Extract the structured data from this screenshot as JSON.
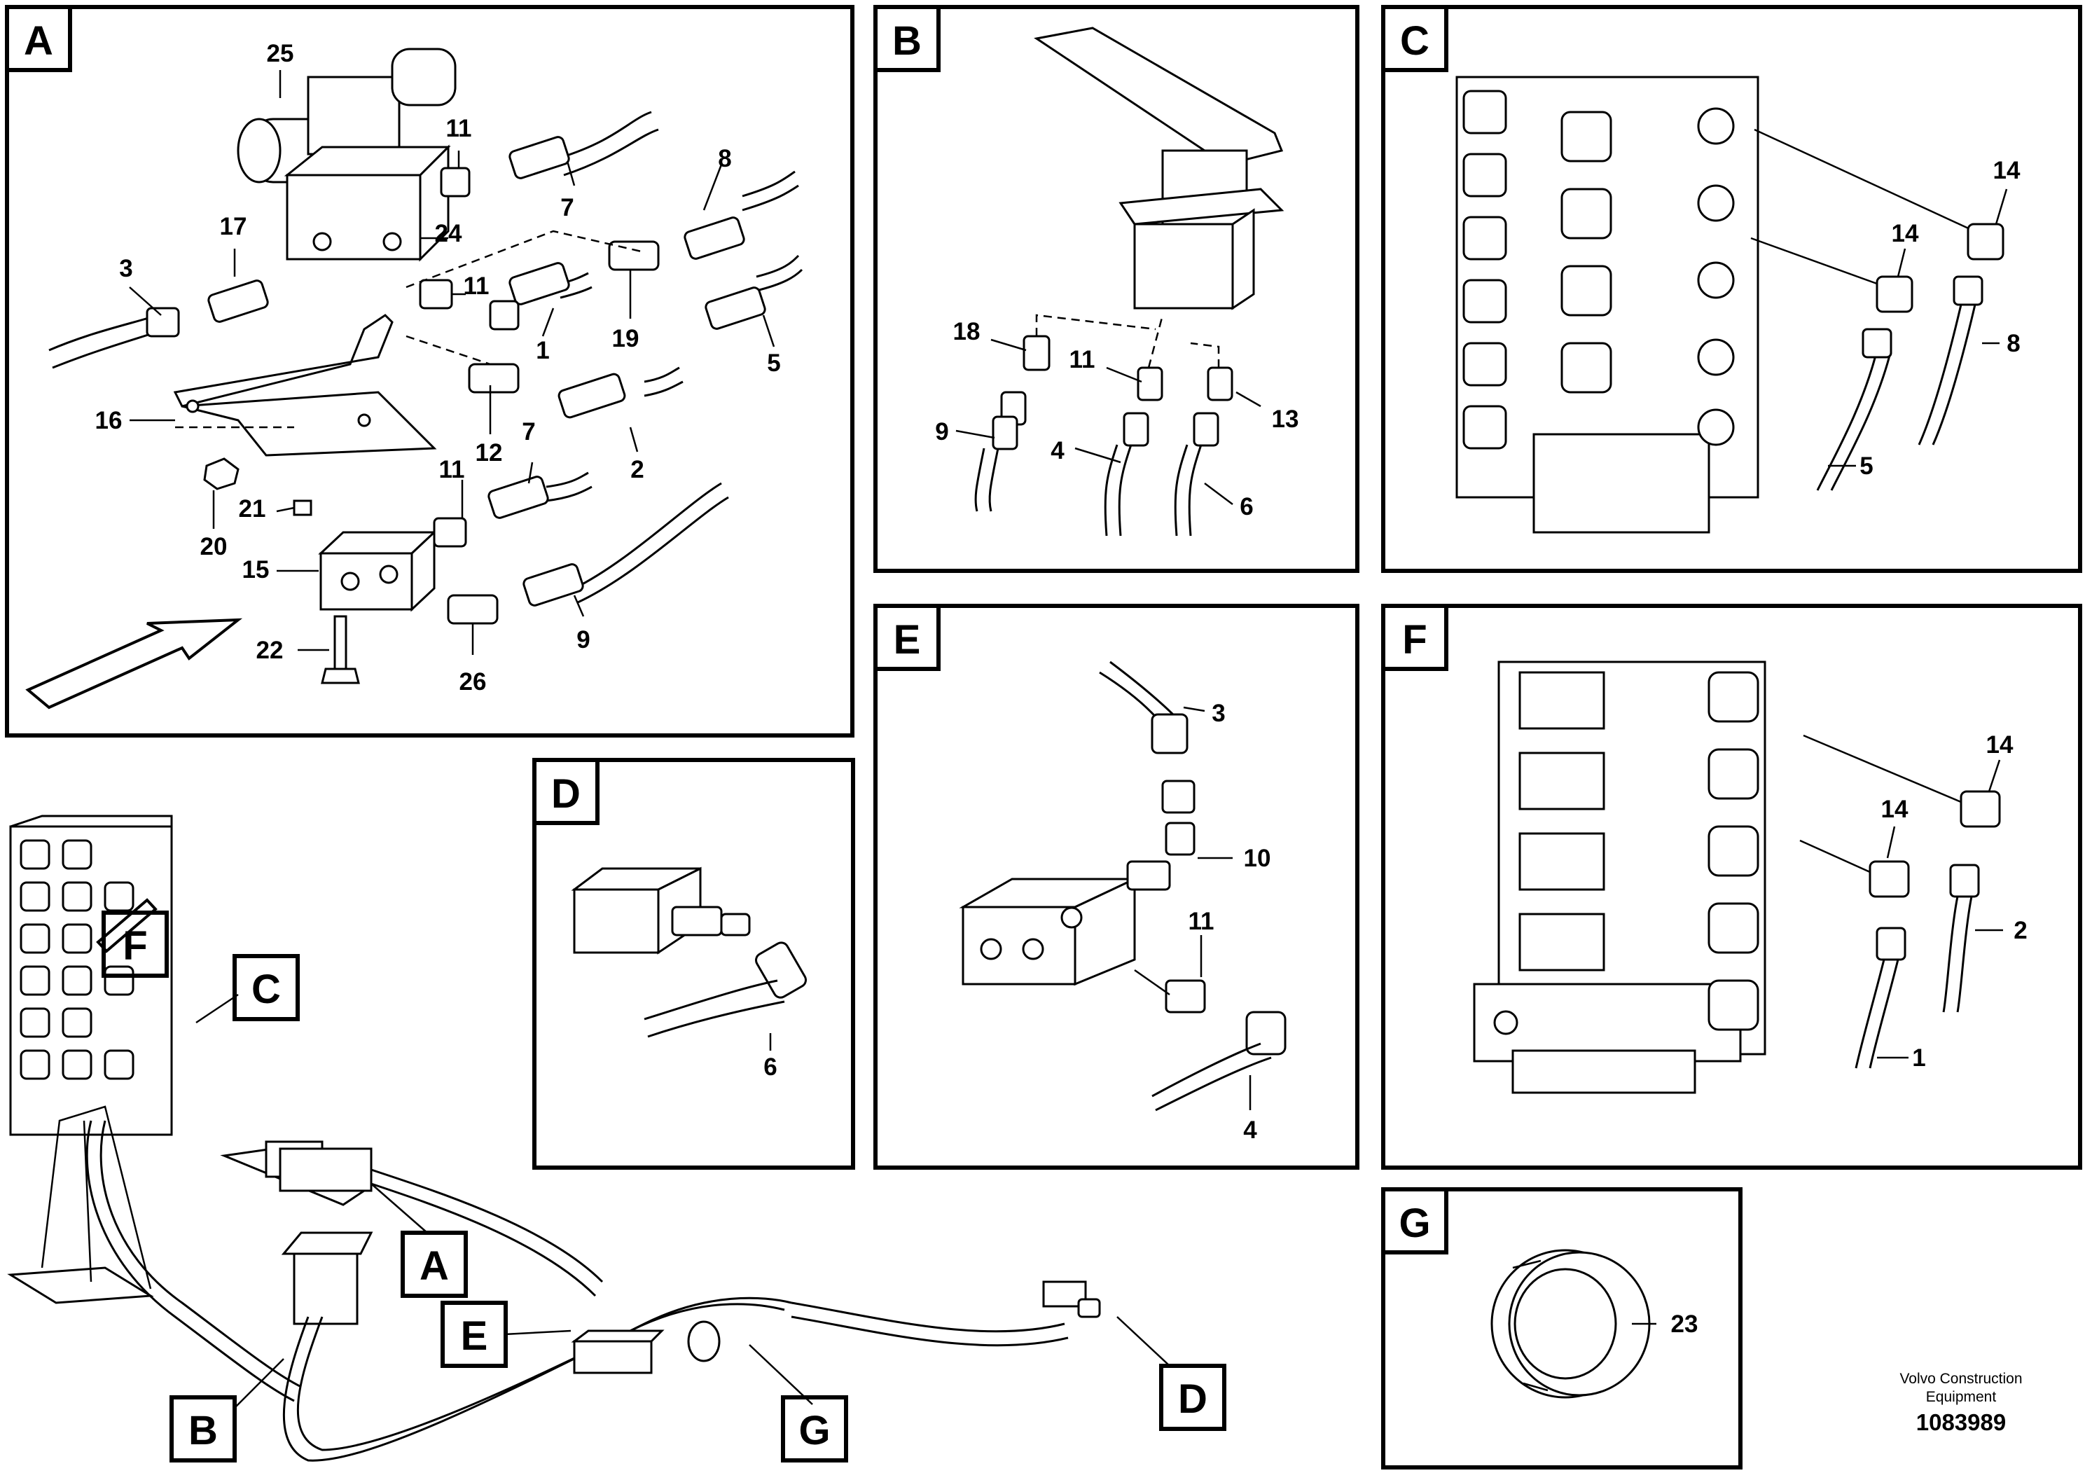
{
  "panels": {
    "A": {
      "letter": "A",
      "callouts": [
        "25",
        "11",
        "7",
        "8",
        "17",
        "24",
        "3",
        "11",
        "19",
        "1",
        "5",
        "16",
        "12",
        "7",
        "2",
        "11",
        "21",
        "20",
        "15",
        "22",
        "26",
        "9"
      ]
    },
    "B": {
      "letter": "B",
      "callouts": [
        "18",
        "11",
        "13",
        "9",
        "4",
        "6"
      ]
    },
    "C": {
      "letter": "C",
      "callouts": [
        "14",
        "14",
        "8",
        "5"
      ]
    },
    "D": {
      "letter": "D",
      "callouts": [
        "6"
      ]
    },
    "E": {
      "letter": "E",
      "callouts": [
        "3",
        "10",
        "11",
        "4"
      ]
    },
    "F": {
      "letter": "F",
      "callouts": [
        "14",
        "14",
        "2",
        "1"
      ]
    },
    "G": {
      "letter": "G",
      "callouts": [
        "23"
      ]
    }
  },
  "overview_refs": [
    "F",
    "C",
    "A",
    "E",
    "B",
    "G",
    "D"
  ],
  "credit": {
    "line1": "Volvo Construction",
    "line2": "Equipment",
    "part_number": "1083989"
  }
}
